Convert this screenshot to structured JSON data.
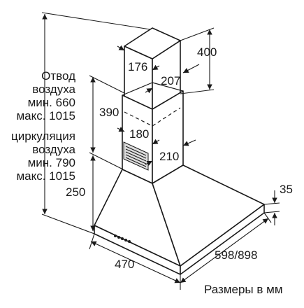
{
  "annotations": {
    "exhaust": {
      "line1": "Отвод",
      "line2": "воздуха",
      "min": "мин. 660",
      "max": "макс. 1015"
    },
    "recirculation": {
      "line1": "циркуляция",
      "line2": "воздуха",
      "min": "мин. 790",
      "max": "макс. 1015"
    }
  },
  "dimensions": {
    "chimney_upper_height": "400",
    "chimney_upper_depth": "176",
    "chimney_upper_width": "207",
    "chimney_lower_height": "390",
    "chimney_lower_depth": "180",
    "chimney_lower_width": "210",
    "canopy_height": "250",
    "edge_height": "35",
    "hood_depth": "470",
    "hood_width": "598/898"
  },
  "caption": "Размеры в мм"
}
